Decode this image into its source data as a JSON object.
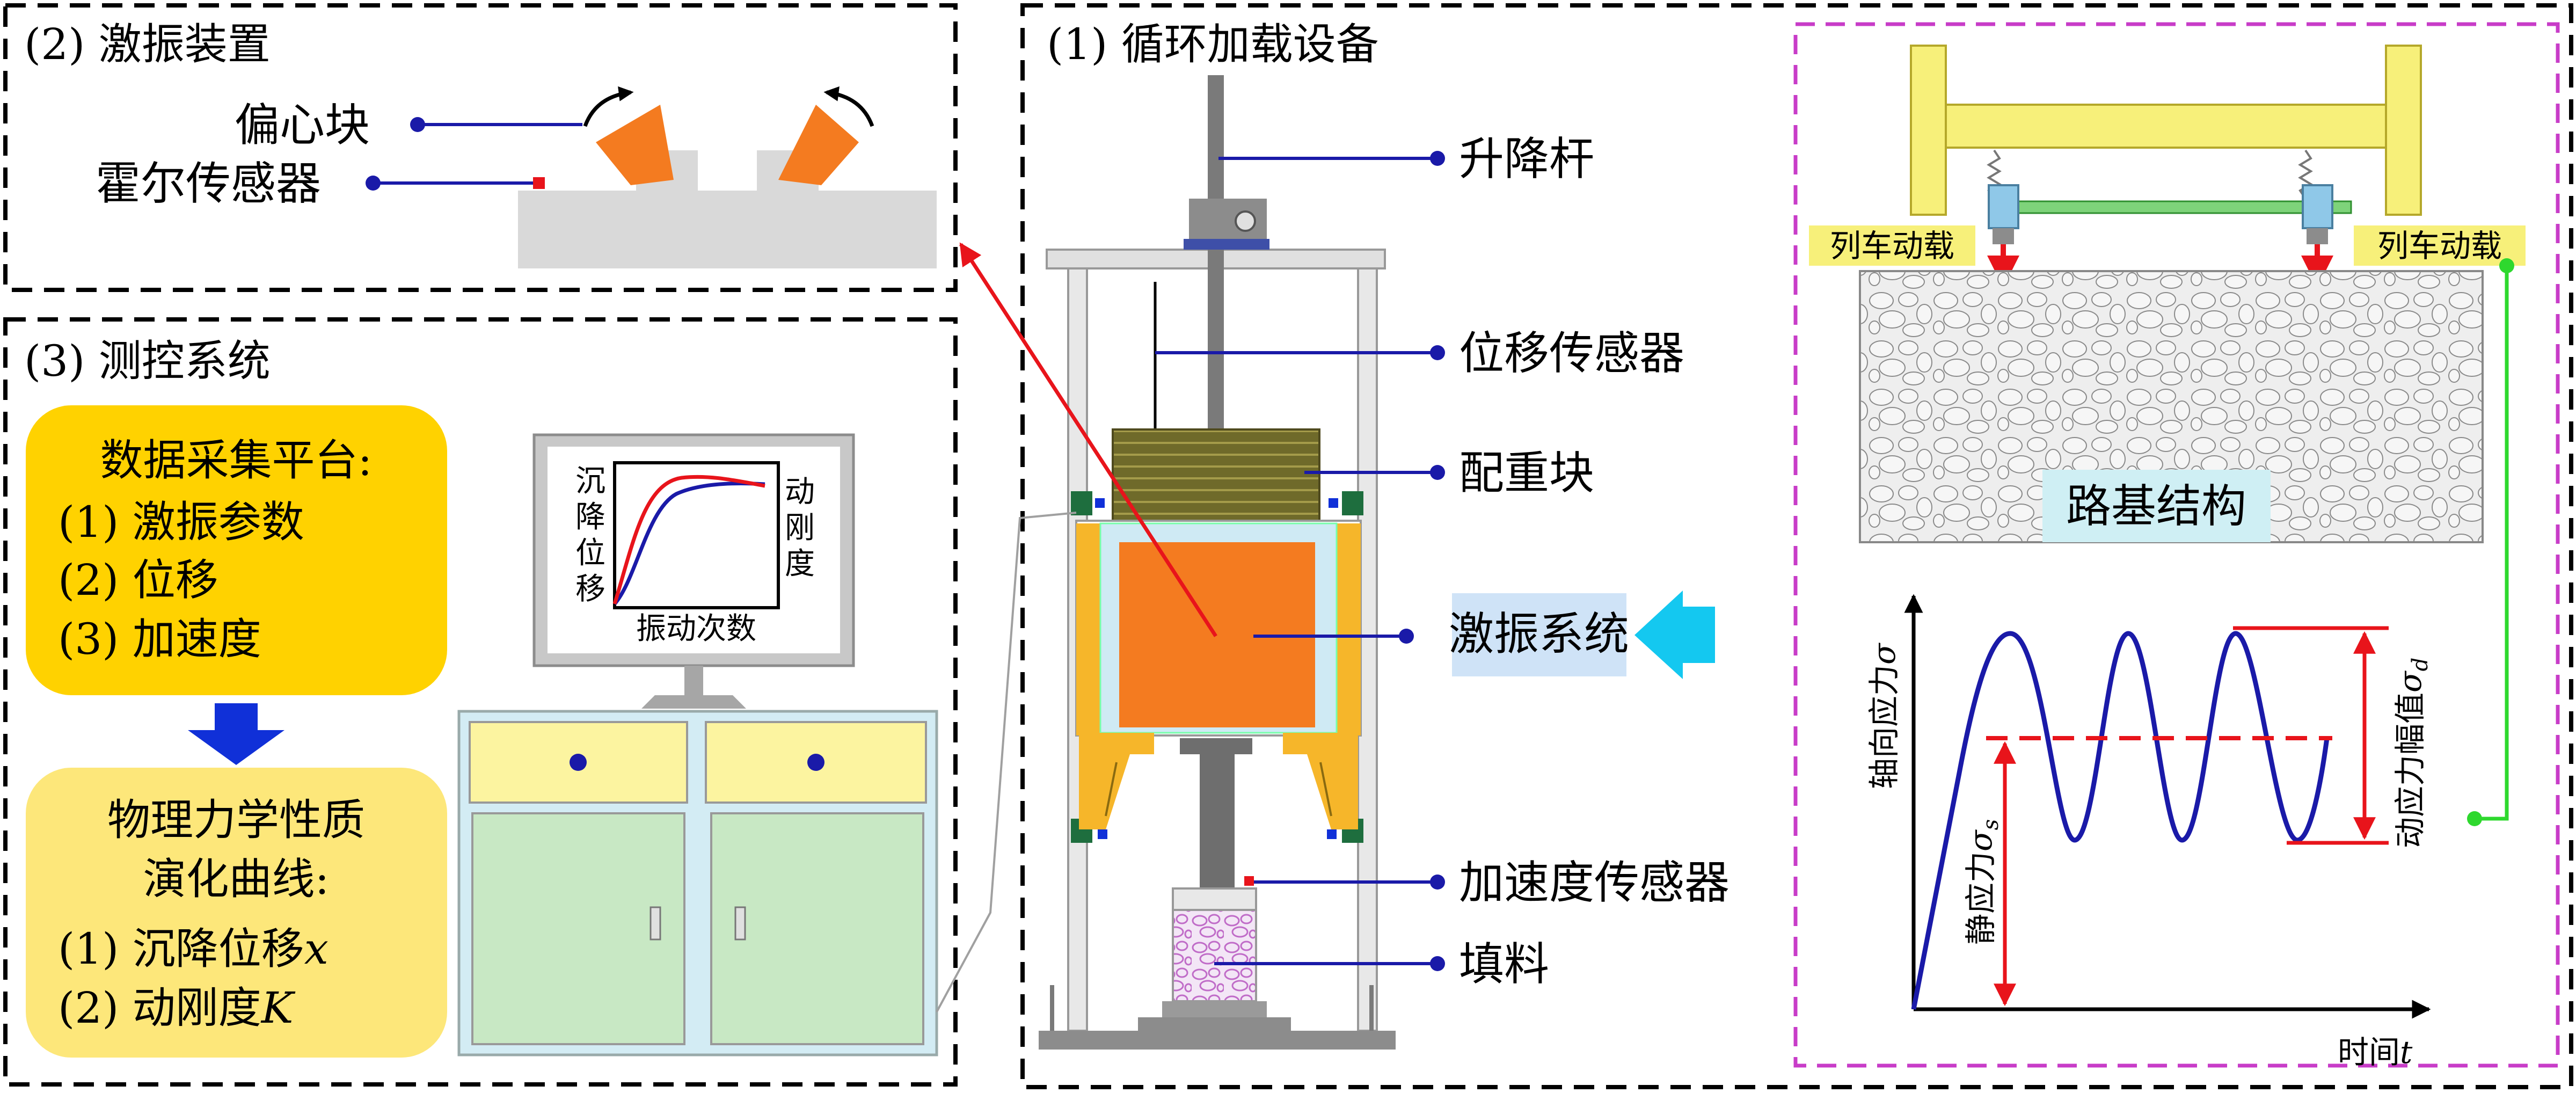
{
  "sections": {
    "vibration": "(2) 激振装置",
    "loading": "(1) 循环加载设备",
    "control": "(3) 测控系统"
  },
  "vibration_labels": {
    "eccentric": "偏心块",
    "hall": "霍尔传感器"
  },
  "equipment_labels": {
    "lift_rod": "升降杆",
    "displacement_sensor": "位移传感器",
    "counterweight": "配重块",
    "vibration_system": "激振系统",
    "acceleration_sensor": "加速度传感器",
    "filler": "填料"
  },
  "data_platform": {
    "title": "数据采集平台:",
    "items": [
      "(1) 激振参数",
      "(2) 位移",
      "(3) 加速度"
    ]
  },
  "evolution": {
    "line1": "物理力学性质",
    "line2": "演化曲线:",
    "item1_prefix": "(1) 沉降位移",
    "item1_var": "x",
    "item2_prefix": "(2) 动刚度",
    "item2_var": "K"
  },
  "monitor": {
    "left_label": [
      "沉",
      "降",
      "位",
      "移"
    ],
    "right_label": [
      "动",
      "刚",
      "度"
    ],
    "bottom_label": "振动次数"
  },
  "roadbed": {
    "train_load_left": "列车动载",
    "train_load_right": "列车动载",
    "structure": "路基结构"
  },
  "stress_chart": {
    "ylabel": "轴向应力",
    "ylabel_sym": "σ",
    "xlabel": "时间",
    "xlabel_sym": "t",
    "static_label": "静应力",
    "static_sym": "σ",
    "static_sub": "s",
    "dynamic_label": "动应力幅值",
    "dynamic_sym": "σ",
    "dynamic_sub": "d"
  },
  "colors": {
    "orange": "#f47b20",
    "yellow_gold": "#ffd200",
    "yellow_light": "#fde77a",
    "yellow_bar": "#f7f07a",
    "blue_line": "#1a1aa8",
    "red": "#e8141b",
    "magenta": "#c83cc8",
    "green": "#2ed82e",
    "light_blue": "#cfe3f7",
    "cyan_arrow": "#14c8f0"
  }
}
